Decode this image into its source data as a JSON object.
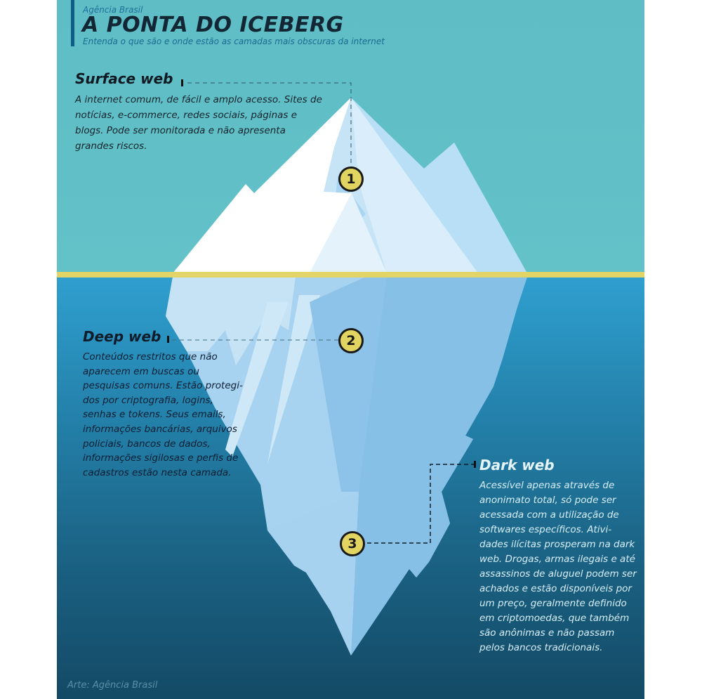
{
  "header": {
    "brand": "Agência Brasil",
    "title": "A PONTA DO ICEBERG",
    "subtitle": "Entenda o que são e onde estão as camadas mais obscuras da internet"
  },
  "layers": [
    {
      "number": "1",
      "title": "Surface web",
      "description": "A internet comum, de fácil e amplo acesso. Sites de notícias, e-commerce, redes sociais, páginas e blogs. Pode ser monitorada e não apresenta grandes riscos."
    },
    {
      "number": "2",
      "title": "Deep web",
      "description": "Conteúdos restritos que não aparecem em buscas ou pesquisas comuns. Estão protegi-dos por criptografia, logins, senhas e tokens. Seus emails, informações bancárias, arquivos policiais, bancos de dados, informações sigilosas e perfis de cadastros estão nesta camada."
    },
    {
      "number": "3",
      "title": "Dark web",
      "description": "Acessível apenas através de anonimato total, só pode ser acessada com a utilização de softwares específicos. Ativi-dades ilícitas prosperam na dark web. Drogas, armas ilegais e até assassinos de aluguel podem ser achados e estão disponíveis por um preço, geralmente definido em criptomoedas, que também são anônimas e não passam pelos bancos tradicionais."
    }
  ],
  "credit": "Arte: Agência Brasil",
  "colors": {
    "sky": "#5fbdc5",
    "sea_top": "#2f9fcf",
    "sea_bottom": "#134a66",
    "waterline": "#e3d468",
    "marker": "#e2d460",
    "header_bar": "#0e5d86"
  }
}
